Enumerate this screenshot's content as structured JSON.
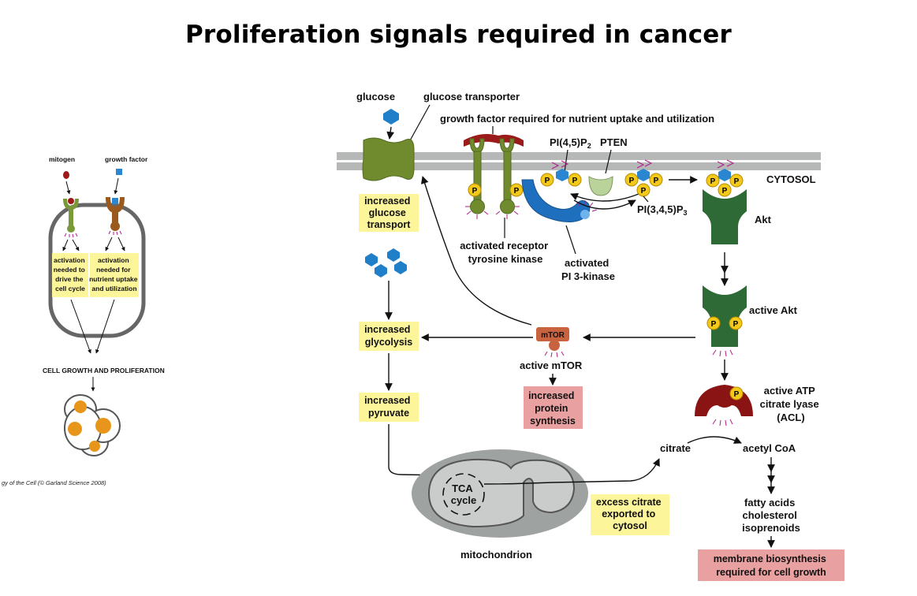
{
  "title": "Proliferation signals required in cancer",
  "left_panel": {
    "mitogen": "mitogen",
    "growth_factor": "growth factor",
    "box1": [
      "activation",
      "needed to",
      "drive the",
      "cell cycle"
    ],
    "box2": [
      "activation",
      "needed for",
      "nutrient uptake",
      "and utilization"
    ],
    "cell_growth": "CELL GROWTH AND PROLIFERATION",
    "credit": "gy of the Cell (© Garland Science 2008)"
  },
  "right_panel": {
    "glucose": "glucose",
    "glucose_transporter": "glucose transporter",
    "growth_factor_required": "growth factor required for nutrient uptake and utilization",
    "pi45p2_main": "PI(4,5)P",
    "pi45p2_sub": "2",
    "pten": "PTEN",
    "cytosol": "CYTOSOL",
    "pi345p3_main": "PI(3,4,5)P",
    "pi345p3_sub": "3",
    "akt": "Akt",
    "active_akt": "active Akt",
    "increased_glucose_transport": [
      "increased",
      "glucose",
      "transport"
    ],
    "activated_receptor": [
      "activated receptor",
      "tyrosine kinase"
    ],
    "activated_pi3k": [
      "activated",
      "PI 3-kinase"
    ],
    "increased_glycolysis": [
      "increased",
      "glycolysis"
    ],
    "mtor": "mTOR",
    "active_mtor": "active mTOR",
    "increased_protein_synthesis": [
      "increased",
      "protein",
      "synthesis"
    ],
    "increased_pyruvate": [
      "increased",
      "pyruvate"
    ],
    "active_acl": [
      "active ATP",
      "citrate lyase",
      "(ACL)"
    ],
    "citrate": "citrate",
    "acetyl_coa": "acetyl CoA",
    "tca": [
      "TCA",
      "cycle"
    ],
    "excess_citrate": [
      "excess citrate",
      "exported to",
      "cytosol"
    ],
    "fatty_acids": [
      "fatty acids",
      "cholesterol",
      "isoprenoids"
    ],
    "membrane_biosynthesis": [
      "membrane biosynthesis",
      "required for cell growth"
    ],
    "mitochondrion": "mitochondrion",
    "p": "P"
  },
  "colors": {
    "membrane": "#b5b8b6",
    "transporter": "#6f8b2e",
    "receptor": "#6f8b2e",
    "pi3k": "#1f6fbf",
    "akt": "#2d6a35",
    "acl": "#8a1414",
    "mtor": "#c9623f",
    "yellow_box": "#fdf59a",
    "pink_box": "#e8a0a0",
    "phosphate": "#f3c91a",
    "glucose": "#1f7fc9",
    "mito_outer": "#9ea2a0",
    "mito_inner": "#c9ccca"
  }
}
